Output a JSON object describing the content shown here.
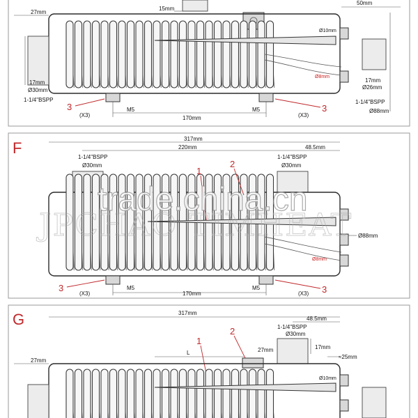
{
  "panel_e": {
    "dims": {
      "d15": "15mm",
      "d50": "50mm",
      "d27": "27mm",
      "d17_left": "17mm",
      "d30": "Ø30mm",
      "bspp_left": "1-1/4\"BSPP",
      "d10": "Ø10mm",
      "d8": "Ø8mm",
      "d17_right": "17mm",
      "d26": "Ø26mm",
      "bspp_right": "1-1/4\"BSPP",
      "d88": "Ø88mm",
      "m5_left": "M5",
      "m5_right": "M5",
      "d170": "170mm"
    },
    "callouts": {
      "c3_left": "3",
      "c3_right": "3",
      "x3_left": "(X3)",
      "x3_right": "(X3)"
    }
  },
  "panel_f": {
    "letter": "F",
    "dims": {
      "d317": "317mm",
      "d220": "220mm",
      "d48": "48.5mm",
      "bspp_left": "1-1/4\"BSPP",
      "d30_left": "Ø30mm",
      "bspp_right": "1-1/4\"BSPP",
      "d30_right": "Ø30mm",
      "d88": "Ø88mm",
      "d8": "Ø8mm",
      "m5_left": "M5",
      "m5_right": "M5",
      "d170": "170mm"
    },
    "callouts": {
      "c1": "1",
      "c2": "2",
      "c3_left": "3",
      "c3_right": "3",
      "x3_left": "(X3)",
      "x3_right": "(X3)"
    }
  },
  "panel_g": {
    "letter": "G",
    "dims": {
      "d317": "317mm",
      "d48": "48.5mm",
      "bspp": "1-1/4\"BSPP",
      "d30": "Ø30mm",
      "d27_top": "27mm",
      "d17": "17mm",
      "d25": "≈25mm",
      "L": "L",
      "d27_left": "27mm",
      "d10": "Ø10mm"
    },
    "callouts": {
      "c1": "1",
      "c2": "2"
    }
  },
  "watermark": {
    "line1": "trade.china.cn",
    "line2": "JPCHAO TIMHEAT"
  }
}
